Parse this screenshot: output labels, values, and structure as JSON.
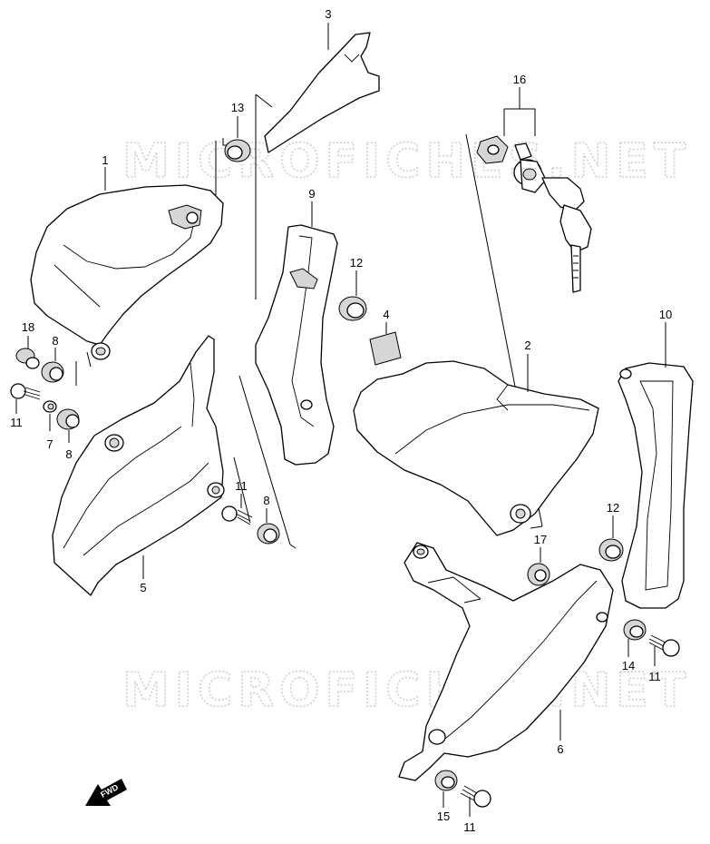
{
  "watermark": "MICROFICHES.NET",
  "forward_badge": "FWD",
  "callouts": {
    "c1": "1",
    "c2": "2",
    "c3": "3",
    "c4": "4",
    "c5": "5",
    "c6": "6",
    "c7": "7",
    "c8a": "8",
    "c8b": "8",
    "c8c": "8",
    "c9": "9",
    "c10": "10",
    "c11a": "11",
    "c11b": "11",
    "c11c": "11",
    "c11d": "11",
    "c12a": "12",
    "c12b": "12",
    "c13": "13",
    "c14": "14",
    "c15": "15",
    "c16": "16",
    "c17": "17",
    "c18": "18"
  }
}
